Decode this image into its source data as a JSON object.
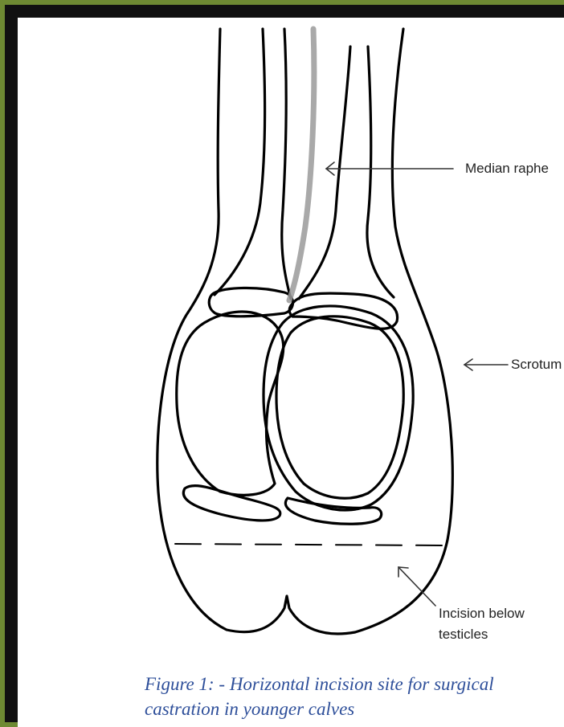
{
  "labels": {
    "median_raphe": "Median raphe",
    "scrotum": "Scrotum",
    "incision_line1": "Incision below",
    "incision_line2": "testicles"
  },
  "caption": {
    "line1": "Figure 1: - Horizontal incision site for surgical",
    "line2": "castration in younger calves"
  },
  "colors": {
    "outer_border": "#6e8a33",
    "caption": "#2e4f9a",
    "raphe": "#9a9a9a"
  }
}
